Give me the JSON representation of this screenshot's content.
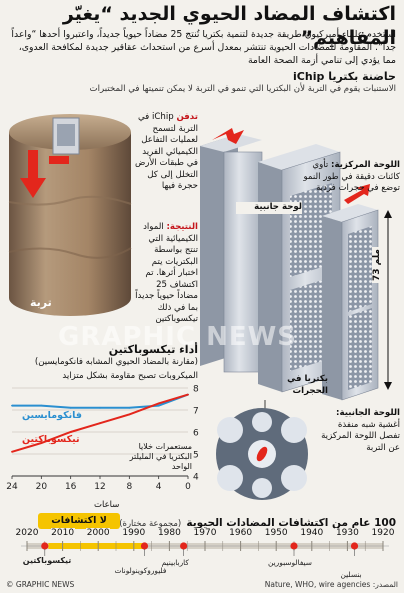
{
  "title": "اكتشاف المضاد الحيوي الجديد “يغيّر المفاهيم”",
  "intro": "استخدم علماء أميركيون طريقة جديدة لتنمية بكتريا تُنتج 25 مضاداً حيوياً جديداً، واعتبروا أحدها “واعداً جداً”. المقاومة للمضادات الحيوية تنتشر بمعدل أسرع من استحداث عقاقير جديدة لمكافحة العدوى، مما يؤدي إلى تنامي أزمة الصحة العامة",
  "ichip": {
    "title": "حاضنة بكتريا iChip",
    "subtitle": "الاستنبات يقوم في التربة لأن البكتريا التي تنمو في التربة لا يمكن تنميتها في المختبرات",
    "central_label": "اللوحة المركزية:",
    "central_text": "تأوي كائنات دقيقة في طور النمو توضع في حجرات فردية",
    "side_plate": "لوحة جانبية",
    "side_label": "اللوحة الجانبية:",
    "side_text": "أغشية شبه منفذة تفصل اللوحة المركزية عن التربة",
    "bacteria_in_chambers": "بكتريا في الحجرات",
    "height": "73 ملم",
    "soil": "تربة",
    "bury_label": "تدفن",
    "bury_text": "iChip في التربة لتسمح لعمليات التفاعل الكيميائي الفريد في طبقات الأرض التخلل إلى كل حجرة فيها",
    "result_label": "النتيجة:",
    "result_text": "المواد الكيميائية التي تنتج بواسطة البكتريات يتم اختبار أثرها. تم اكتشاف 25 مضاداً حيوياً جديداً بما في ذلك تيكسوباكتين"
  },
  "chart": {
    "title": "أداء تيكسوباكتين",
    "subtitle": "(مقارنة بالمضاد الحيوي المشابه فانكومايسين)",
    "note": "الميكروبات تصبح مقاومة بشكل متزايد",
    "ylabel": "مستعمرات خلايا البكتريا في المليلتر الواحد",
    "xlabel": "ساعات",
    "series_blue": "فانكومايسين",
    "series_red": "تيكسوباكتين"
  },
  "chart_data": {
    "type": "line",
    "x": [
      0,
      4,
      8,
      12,
      16,
      20,
      24
    ],
    "xlim": [
      24,
      0
    ],
    "ylim": [
      4,
      8
    ],
    "y_ticks": [
      4,
      5,
      6,
      7,
      8
    ],
    "x_ticks": [
      24,
      20,
      16,
      12,
      8,
      4,
      0
    ],
    "xlabel": "ساعات",
    "ylabel": "مستعمرات خلايا البكتريا في المليلتر الواحد",
    "series": [
      {
        "name": "فانكومايسين",
        "color": "#2a8fd0",
        "values": [
          7.7,
          7.2,
          7.1,
          7.1,
          7.1,
          7.2,
          7.2
        ]
      },
      {
        "name": "تيكسوباكتين",
        "color": "#e3261c",
        "values": [
          7.7,
          7.3,
          6.8,
          6.4,
          6.0,
          5.5,
          5.1
        ]
      }
    ]
  },
  "timeline": {
    "title": "100 عام من اكتشافات المضادات الحيوية",
    "title_note": "(مجموعة مختارة)",
    "years": [
      "1920",
      "1930",
      "1940",
      "1950",
      "1960",
      "1970",
      "1980",
      "1990",
      "2000",
      "2010",
      "2020"
    ],
    "gap_label": "لا اكتشافات",
    "discoveries": [
      {
        "name": "بنسلين"
      },
      {
        "name": "سيفالوسبورين"
      },
      {
        "name": "كاربابينيم"
      },
      {
        "name": "فليوروكوينولونات"
      },
      {
        "name": "تيكسوباكتين"
      }
    ]
  },
  "footer": {
    "source": "المصدر: Nature, WHO, wire agencies",
    "credit": "© GRAPHIC NEWS"
  },
  "watermark": "GRAPHIC NEWS",
  "colors": {
    "red": "#e3261c",
    "blue": "#2a8fd0",
    "plate": "#c9ced6",
    "soil": "#a98b6e"
  }
}
